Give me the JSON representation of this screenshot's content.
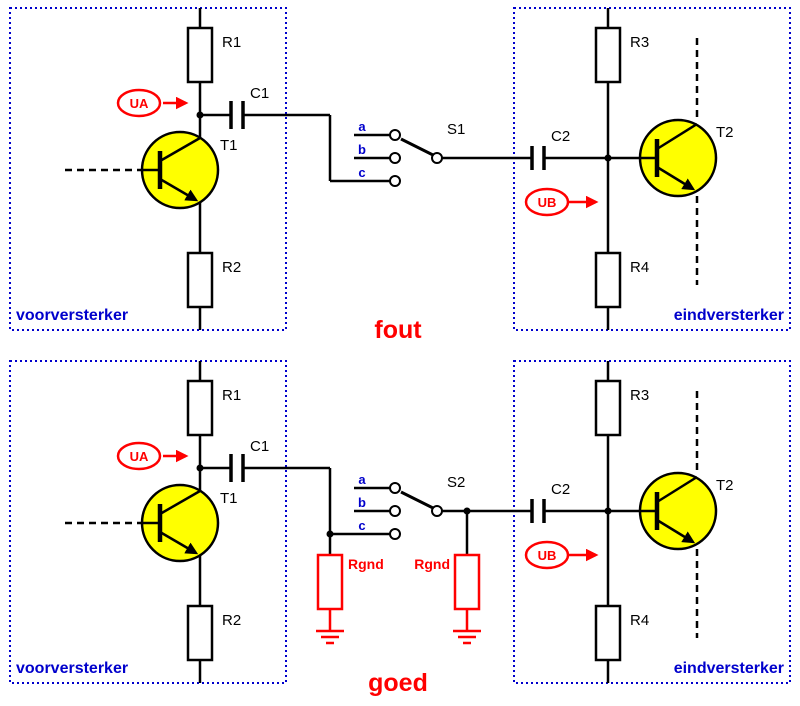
{
  "diagram": {
    "colors": {
      "wire": "#000000",
      "box_outline": "#0000cc",
      "accent_red": "#ff0000",
      "transistor_fill": "#ffff00",
      "background": "#ffffff"
    }
  },
  "circuits": [
    {
      "verdict": "fout",
      "left_box": "voorversterker",
      "right_box": "eindversterker",
      "labels": {
        "r1": "R1",
        "r2": "R2",
        "r3": "R3",
        "r4": "R4",
        "c1": "C1",
        "c2": "C2",
        "t1": "T1",
        "t2": "T2",
        "switch": "S1",
        "ua": "UA",
        "ub": "UB",
        "contact_a": "a",
        "contact_b": "b",
        "contact_c": "c"
      }
    },
    {
      "verdict": "goed",
      "left_box": "voorversterker",
      "right_box": "eindversterker",
      "labels": {
        "r1": "R1",
        "r2": "R2",
        "r3": "R3",
        "r4": "R4",
        "c1": "C1",
        "c2": "C2",
        "t1": "T1",
        "t2": "T2",
        "switch": "S2",
        "ua": "UA",
        "ub": "UB",
        "contact_a": "a",
        "contact_b": "b",
        "contact_c": "c",
        "rgnd_left": "Rgnd",
        "rgnd_right": "Rgnd"
      }
    }
  ]
}
